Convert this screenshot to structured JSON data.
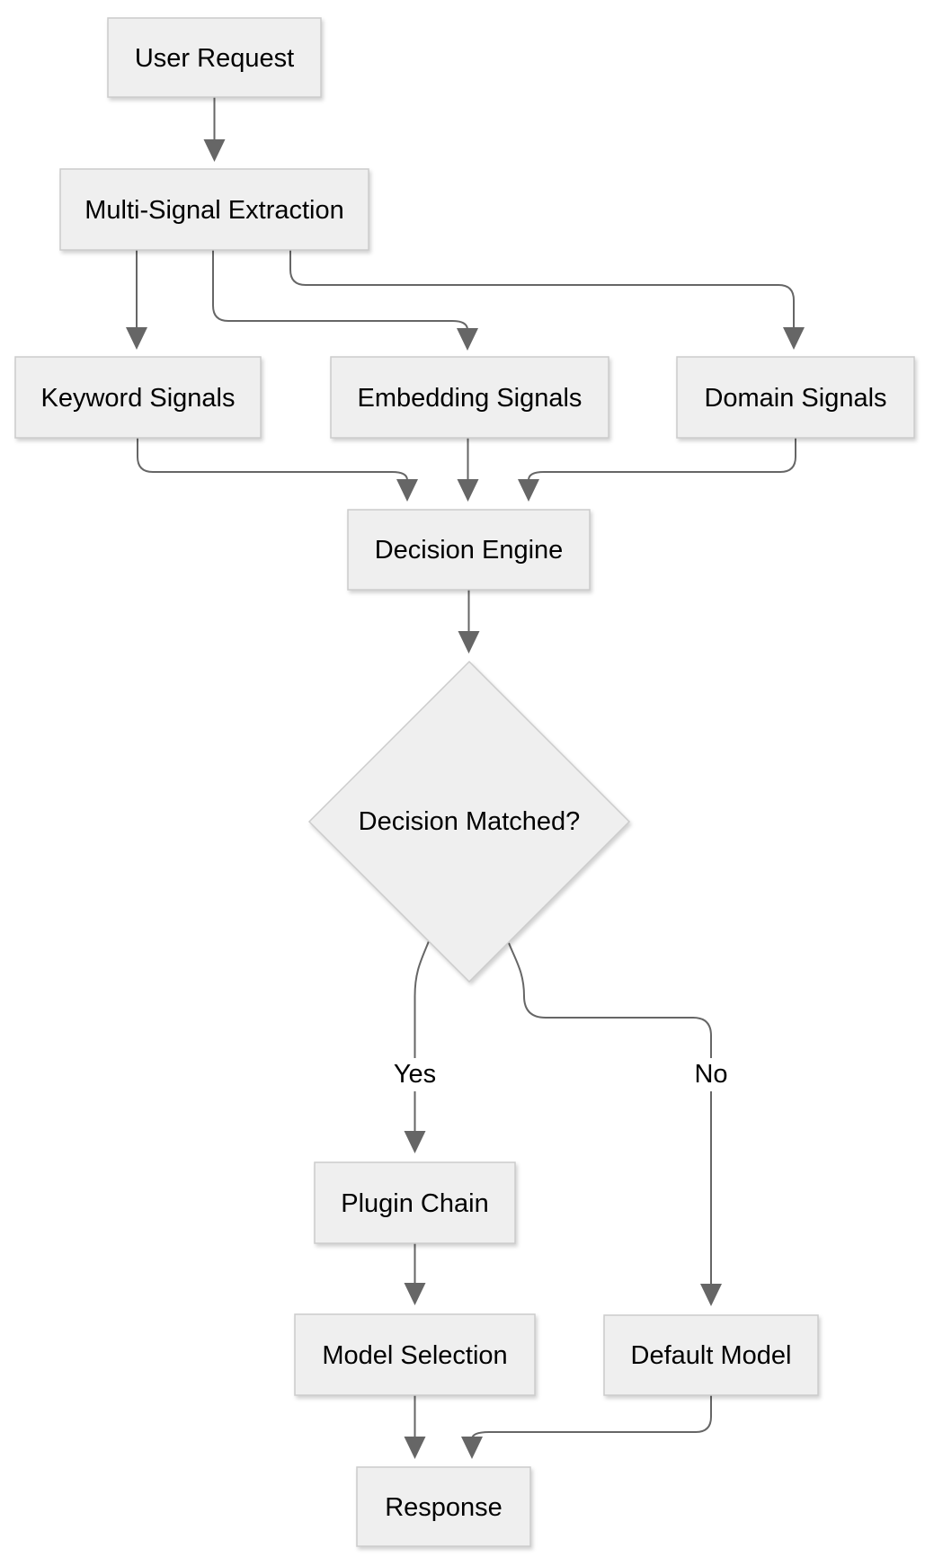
{
  "diagram": {
    "type": "flowchart",
    "direction": "top-down",
    "style": {
      "background": "#ffffff",
      "node_fill": "#efefef",
      "node_stroke": "#cccccc",
      "edge_color": "#666666",
      "text_color": "#000000"
    },
    "nodes": {
      "user_request": {
        "label": "User Request",
        "shape": "rect"
      },
      "multi_signal_extraction": {
        "label": "Multi-Signal Extraction",
        "shape": "rect"
      },
      "keyword_signals": {
        "label": "Keyword Signals",
        "shape": "rect"
      },
      "embedding_signals": {
        "label": "Embedding Signals",
        "shape": "rect"
      },
      "domain_signals": {
        "label": "Domain Signals",
        "shape": "rect"
      },
      "decision_engine": {
        "label": "Decision Engine",
        "shape": "rect"
      },
      "decision_matched": {
        "label": "Decision Matched?",
        "shape": "diamond"
      },
      "plugin_chain": {
        "label": "Plugin Chain",
        "shape": "rect"
      },
      "model_selection": {
        "label": "Model Selection",
        "shape": "rect"
      },
      "default_model": {
        "label": "Default Model",
        "shape": "rect"
      },
      "response": {
        "label": "Response",
        "shape": "rect"
      }
    },
    "edges": [
      {
        "from": "User Request",
        "to": "Multi-Signal Extraction",
        "label": ""
      },
      {
        "from": "Multi-Signal Extraction",
        "to": "Keyword Signals",
        "label": ""
      },
      {
        "from": "Multi-Signal Extraction",
        "to": "Embedding Signals",
        "label": ""
      },
      {
        "from": "Multi-Signal Extraction",
        "to": "Domain Signals",
        "label": ""
      },
      {
        "from": "Keyword Signals",
        "to": "Decision Engine",
        "label": ""
      },
      {
        "from": "Embedding Signals",
        "to": "Decision Engine",
        "label": ""
      },
      {
        "from": "Domain Signals",
        "to": "Decision Engine",
        "label": ""
      },
      {
        "from": "Decision Engine",
        "to": "Decision Matched?",
        "label": ""
      },
      {
        "from": "Decision Matched?",
        "to": "Plugin Chain",
        "label": "Yes"
      },
      {
        "from": "Decision Matched?",
        "to": "Default Model",
        "label": "No"
      },
      {
        "from": "Plugin Chain",
        "to": "Model Selection",
        "label": ""
      },
      {
        "from": "Model Selection",
        "to": "Response",
        "label": ""
      },
      {
        "from": "Default Model",
        "to": "Response",
        "label": ""
      }
    ]
  }
}
